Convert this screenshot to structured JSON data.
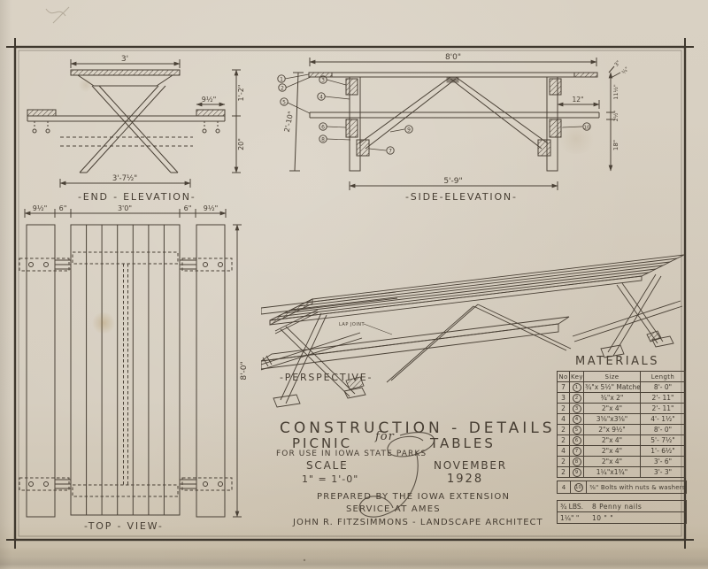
{
  "sheet": {
    "views": {
      "end": {
        "label": "-END - ELEVATION-",
        "dims": {
          "top_width": "3'",
          "seat_width": "9½\"",
          "top_to_seat": "1'-2\"",
          "seat_height": "20\"",
          "base": "3'-7½\""
        }
      },
      "side": {
        "label": "-SIDE-ELEVATION-",
        "dims": {
          "length": "8'0\"",
          "height": "2'-10\"",
          "legs": "5'-9\"",
          "overhang": "12\"",
          "t3": "3\"",
          "t34": "¾\"",
          "c1": "11½\"",
          "c2": "2½\"",
          "c3": "18\""
        },
        "callouts": [
          "1",
          "2",
          "3",
          "4",
          "5",
          "6",
          "7",
          "8",
          "9",
          "10"
        ]
      },
      "top": {
        "label": "-TOP - VIEW-",
        "dims": {
          "d1": "9½\"",
          "d2": "6\"",
          "d3": "3'0\"",
          "d4": "6\"",
          "d5": "9½\"",
          "length": "8'-0\""
        }
      },
      "perspective": {
        "label": "-PERSPECTIVE-",
        "lap_joint": "LAP JOINT"
      }
    },
    "title_block": {
      "line1": "CONSTRUCTION - DETAILS",
      "for_script": "for",
      "picnic": "PICNIC",
      "tables": "TABLES",
      "subtitle": "FOR USE IN IOWA STATE PARKS",
      "scale_label": "SCALE",
      "scale_value": "1\" = 1'-0\"",
      "month": "NOVEMBER",
      "year": "1928",
      "prepared1": "PREPARED BY THE IOWA EXTENSION",
      "prepared2": "SERVICE AT AMES",
      "architect": "JOHN R. FITZSIMMONS - LANDSCAPE ARCHITECT"
    },
    "materials": {
      "title": "MATERIALS",
      "headers": [
        "No",
        "Key",
        "Size",
        "Length"
      ],
      "rows": [
        {
          "no": "7",
          "key": "1",
          "size": "¾\"x 5½\" Matched",
          "length": "8'- 0\""
        },
        {
          "no": "3",
          "key": "2",
          "size": "¾\"x 2\"",
          "length": "2'- 11\""
        },
        {
          "no": "2",
          "key": "3",
          "size": "2\"x 4\"",
          "length": "2'- 11\""
        },
        {
          "no": "4",
          "key": "4",
          "size": "3⅝\"x3⅝\"",
          "length": "4'- 1½\""
        },
        {
          "no": "2",
          "key": "5",
          "size": "2\"x 9½\"",
          "length": "8'- 0\""
        },
        {
          "no": "2",
          "key": "6",
          "size": "2\"x 4\"",
          "length": "5'- 7½\""
        },
        {
          "no": "4",
          "key": "7",
          "size": "2\"x 4\"",
          "length": "1'- 6½\""
        },
        {
          "no": "2",
          "key": "8",
          "size": "2\"x 4\"",
          "length": "3'- 6\""
        },
        {
          "no": "2",
          "key": "9",
          "size": "1¼\"x1¾\"",
          "length": "3'- 3\""
        }
      ],
      "bolts": {
        "no": "4",
        "key": "10",
        "text": "⅜\" Bolts with nuts & washers"
      },
      "nails": [
        {
          "qty": "¾ LBS.",
          "text": "8 Penny nails"
        },
        {
          "qty": "1¼\" \"",
          "text": "10    \"    \""
        }
      ]
    }
  }
}
